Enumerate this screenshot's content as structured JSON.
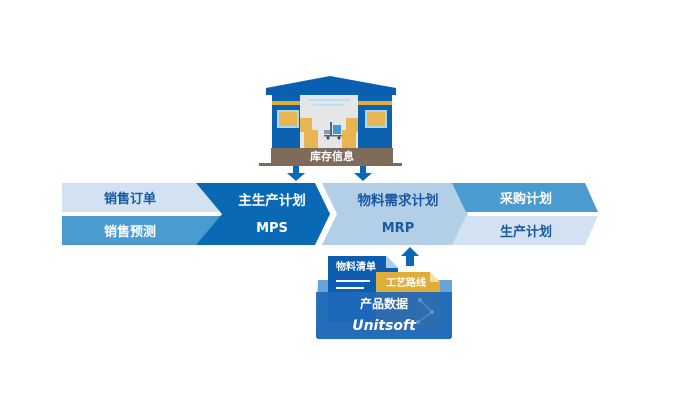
{
  "warehouse": {
    "label": "库存信息",
    "icon": "warehouse-icon"
  },
  "inputs": {
    "sales_order": "销售订单",
    "sales_forecast": "销售预测"
  },
  "mps": {
    "title": "主生产计划",
    "abbr": "MPS"
  },
  "mrp": {
    "title": "物料需求计划",
    "abbr": "MRP"
  },
  "outputs": {
    "purchase_plan": "采购计划",
    "production_plan": "生产计划"
  },
  "product_data": {
    "folder_label": "产品数据",
    "bom_label": "物料清单",
    "routing_label": "工艺路线",
    "brand": "Unitsoft"
  },
  "colors": {
    "dark_blue": "#0a69b5",
    "mid_blue": "#4a9bd0",
    "light_blue": "#b3cfe8",
    "pale_blue": "#d3e2f2",
    "text_dark_blue": "#1a5aa0",
    "brown": "#7e6b5a",
    "gold": "#e0ac3a"
  }
}
